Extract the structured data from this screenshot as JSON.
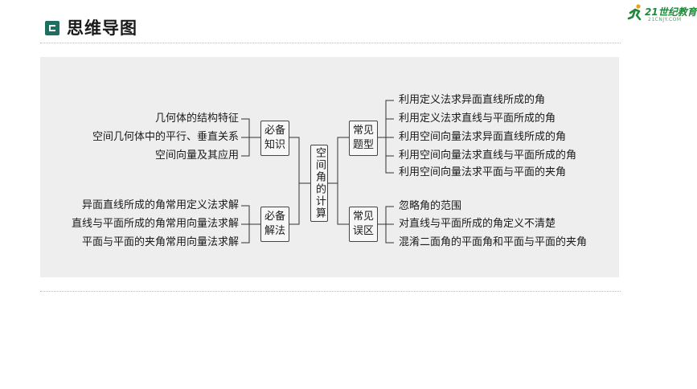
{
  "header": {
    "title": "思维导图",
    "logo_brand": "21世纪教育",
    "logo_sub": "21CNJY.COM"
  },
  "mindmap": {
    "center": "空间角的计算",
    "left_groups": [
      {
        "label_line1": "必备",
        "label_line2": "知识",
        "items": [
          "几何体的结构特征",
          "空间几何体中的平行、垂直关系",
          "空间向量及其应用"
        ]
      },
      {
        "label_line1": "必备",
        "label_line2": "解法",
        "items": [
          "异面直线所成的角常用定义法求解",
          "直线与平面所成的角常用向量法求解",
          "平面与平面的夹角常用向量法求解"
        ]
      }
    ],
    "right_groups": [
      {
        "label_line1": "常见",
        "label_line2": "题型",
        "items": [
          "利用定义法求异面直线所成的角",
          "利用定义法求直线与平面所成的角",
          "利用空间向量法求异面直线所成的角",
          "利用空间向量法求直线与平面所成的角",
          "利用空间向量法求平面与平面的夹角"
        ]
      },
      {
        "label_line1": "常见",
        "label_line2": "误区",
        "items": [
          "忽略角的范围",
          "对直线与平面所成的角定义不清楚",
          "混淆二面角的平面角和平面与平面的夹角"
        ]
      }
    ]
  },
  "colors": {
    "icon": "#1d6f5f",
    "panel": "#eeeeee",
    "logo": "#1f8a3a"
  }
}
